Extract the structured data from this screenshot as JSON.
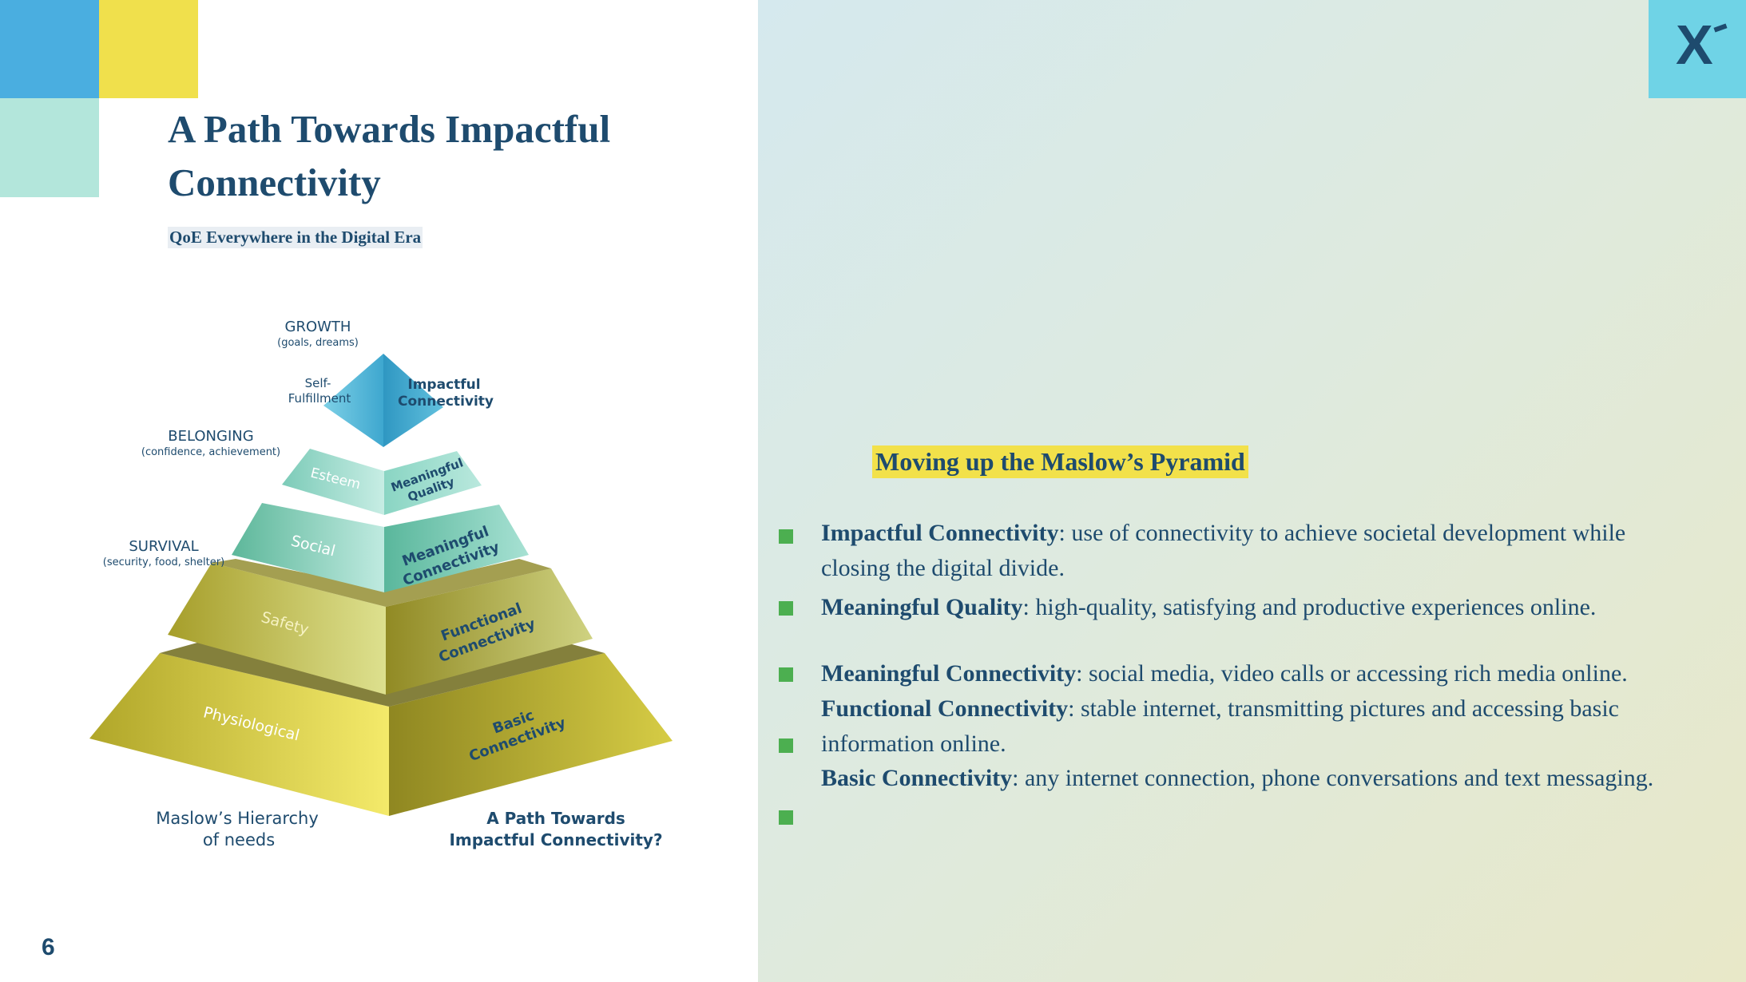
{
  "slide": {
    "title": "A Path Towards Impactful Connectivity",
    "subtitle": "QoE Everywhere in the Digital Era",
    "page_number": "6",
    "logo_text": "X"
  },
  "pyramid": {
    "levels_left": [
      {
        "label": "GROWTH",
        "detail": "(goals, dreams)"
      },
      {
        "label": "BELONGING",
        "detail": "(confidence, achievement)"
      },
      {
        "label": "SURVIVAL",
        "detail": "(security, food, shelter)"
      }
    ],
    "top_left_label_1": "Self-",
    "top_left_label_2": "Fulfillment",
    "top_right_label_1": "Impactful",
    "top_right_label_2": "Connectivity",
    "tiers_left": [
      "Esteem",
      "Social",
      "Safety",
      "Physiological"
    ],
    "tiers_right_1": [
      "Meaningful",
      "Meaningful",
      "Functional",
      "Basic"
    ],
    "tiers_right_2": [
      "Quality",
      "Connectivity",
      "Connectivity",
      "Connectivity"
    ],
    "caption_left_1": "Maslow’s Hierarchy",
    "caption_left_2": "of needs",
    "caption_right_1": "A Path Towards",
    "caption_right_2": "Impactful Connectivity?"
  },
  "content": {
    "heading": "Moving up the Maslow’s  Pyramid",
    "items": [
      {
        "term": "Impactful Connectivity",
        "text": ": use of connectivity to achieve societal development while",
        "text2": "closing the digital divide."
      },
      {
        "term": "Meaningful Quality",
        "text": ": high-quality, satisfying and productive experiences online."
      },
      {
        "term": "Meaningful Connectivity",
        "text": ": social media, video calls or accessing rich media online."
      },
      {
        "term": "Functional Connectivity",
        "text": ": stable internet, transmitting pictures and accessing basic",
        "text2": "information online."
      },
      {
        "term": "Basic Connectivity",
        "text": ": any internet connection, phone conversations and text messaging."
      }
    ]
  },
  "colors": {
    "navy": "#1e4b6e",
    "accent_blue": "#4aaee0",
    "accent_yellow": "#f0e04c",
    "accent_mint": "#b3e6db",
    "logo_bg": "#6fd3e6",
    "bullet": "#4caf50",
    "highlight": "#f2e14a"
  }
}
